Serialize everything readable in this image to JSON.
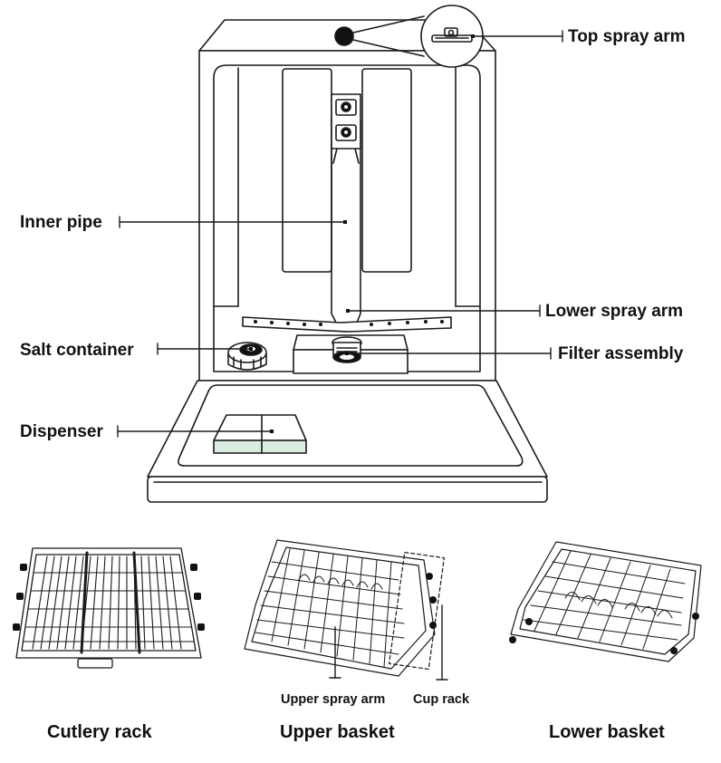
{
  "labels": {
    "top_spray_arm": "Top spray arm",
    "inner_pipe": "Inner pipe",
    "lower_spray_arm": "Lower spray arm",
    "salt_container": "Salt container",
    "filter_assembly": "Filter assembly",
    "dispenser": "Dispenser",
    "upper_spray_arm": "Upper spray arm",
    "cup_rack": "Cup rack"
  },
  "captions": {
    "cutlery_rack": "Cutlery rack",
    "upper_basket": "Upper basket",
    "lower_basket": "Lower basket"
  }
}
